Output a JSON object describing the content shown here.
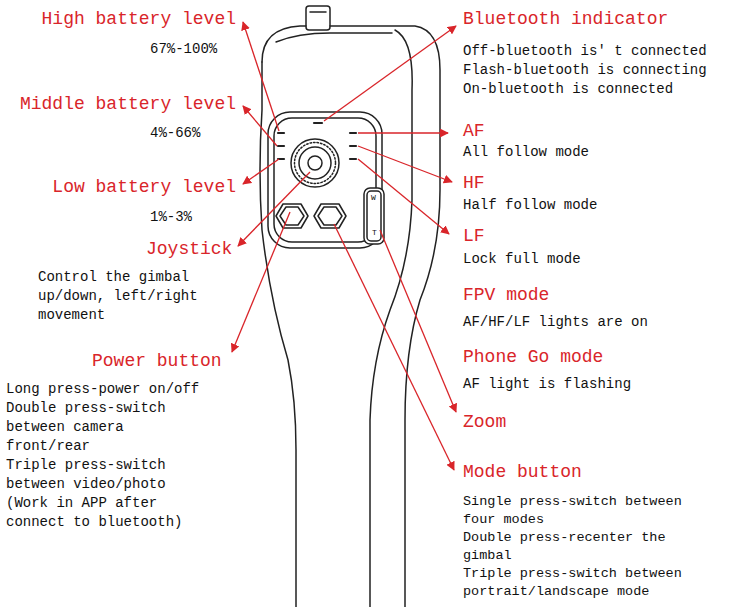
{
  "diagram": {
    "labels": [
      "High battery level",
      "67%-100%",
      "Middle battery level",
      "4%-66%",
      "Low battery level",
      "1%-3%",
      "Joystick",
      "Control the gimbal up/down, left/right movement",
      "Power button",
      "Long press-power on/off",
      "Double press-switch between camera front/rear",
      "Triple press-switch between video/photo (Work in APP after connect to bluetooth)",
      "Bluetooth indicator",
      "Off-bluetooth is' t connected",
      "Flash-bluetooth is connecting",
      "On-bluetooth is connected",
      "AF",
      "All follow mode",
      "HF",
      "Half follow mode",
      "LF",
      "Lock full mode",
      "FPV mode",
      "AF/HF/LF lights are on",
      "Phone Go mode",
      "AF light is flashing",
      "Zoom",
      "Mode button",
      "Single press-switch between four modes",
      "Double press-recenter the gimbal",
      "Triple press-switch between portrait/landscape mode",
      "W",
      "T"
    ]
  }
}
